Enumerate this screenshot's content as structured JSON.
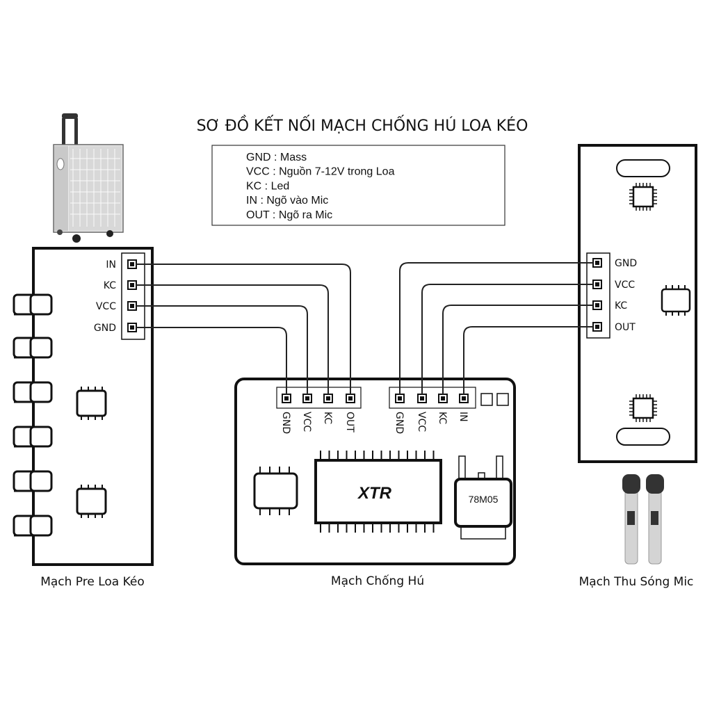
{
  "title": "SƠ ĐỒ KẾT NỐI MẠCH CHỐNG HÚ LOA KÉO",
  "legend": [
    {
      "key": "GND",
      "sep": " : ",
      "desc": "Mass"
    },
    {
      "key": "VCC",
      "sep": " : ",
      "desc": "Nguồn 7-12V trong Loa"
    },
    {
      "key": "KC",
      "sep": "   : ",
      "desc": "Led"
    },
    {
      "key": "IN",
      "sep": "    : ",
      "desc": "Ngõ vào Mic"
    },
    {
      "key": "OUT",
      "sep": " : ",
      "desc": "Ngõ ra Mic"
    }
  ],
  "pre_board": {
    "caption": "Mạch Pre Loa Kéo",
    "pins": [
      "IN",
      "KC",
      "VCC",
      "GND"
    ]
  },
  "receiver_board": {
    "caption": "Mạch Thu Sóng Mic",
    "pins": [
      "GND",
      "VCC",
      "KC",
      "OUT"
    ]
  },
  "anti_howl_board": {
    "caption": "Mạch Chống Hú",
    "left_pins": [
      "GND",
      "VCC",
      "KC",
      "OUT"
    ],
    "right_pins": [
      "GND",
      "VCC",
      "KC",
      "IN"
    ],
    "chip_label": "XTR",
    "regulator_label": "78M05"
  },
  "colors": {
    "line": "#111111",
    "background": "#ffffff",
    "speaker_grille": "#d8d8d8"
  }
}
